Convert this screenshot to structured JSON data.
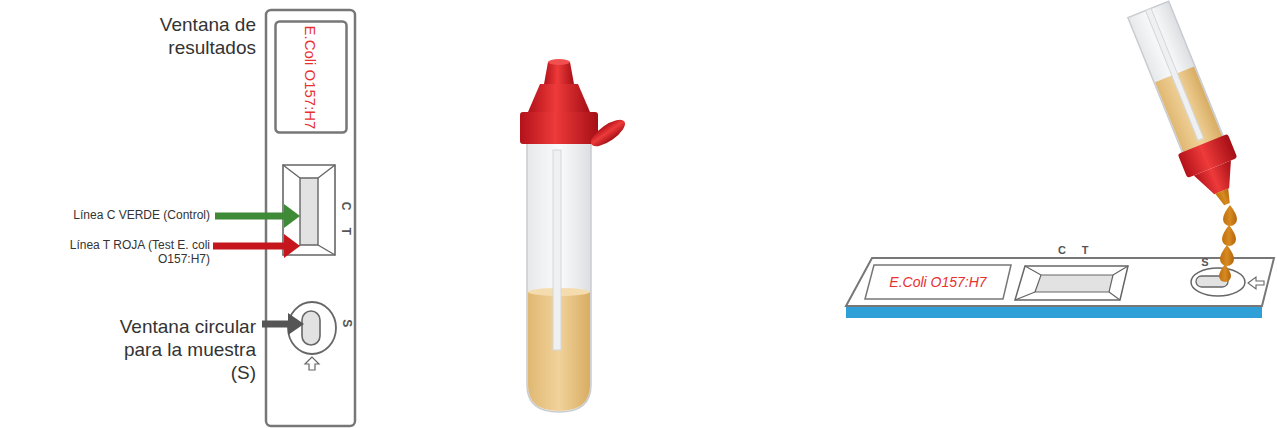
{
  "diagram": {
    "nodes": [
      {
        "text": [
          "E.Coli O157:H7"
        ]
      },
      {
        "text": [
          "E.Coli O157:H7"
        ]
      }
    ],
    "labels": [
      "Ventana de resultados",
      "Línea C VERDE (Control)",
      "Línea T ROJA (Test E. coli O157:H7)",
      "Ventana circular para la muestra (S)",
      "C",
      "T",
      "S",
      "C",
      "T",
      "S"
    ]
  }
}
